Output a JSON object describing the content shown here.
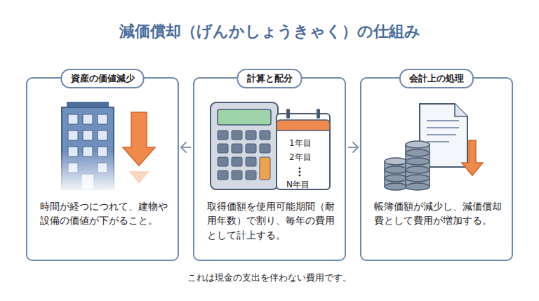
{
  "diagram": {
    "title": "減価償却（げんかしょうきゃく）の仕組み",
    "caption": "これは現金の支出を伴わない費用です。",
    "nodes": [
      {
        "text": [
          "資産の価値減少",
          "時間が経つにつれて、建物や設備の価値が下がること。"
        ]
      },
      {
        "text": [
          "計算と配分",
          "取得価額を使用可能期間（耐用年数）で割り、毎年の費用として計上する。"
        ]
      },
      {
        "text": [
          "会計上の処理",
          "帳簿価額が減少し、減価償却費として費用が増加する。"
        ]
      }
    ],
    "edges": [
      {
        "from": 1,
        "to": 0,
        "arrow": "to"
      },
      {
        "from": 1,
        "to": 2,
        "arrow": "to"
      }
    ],
    "labels": [
      "1年目",
      "2年目",
      "N年目"
    ]
  }
}
